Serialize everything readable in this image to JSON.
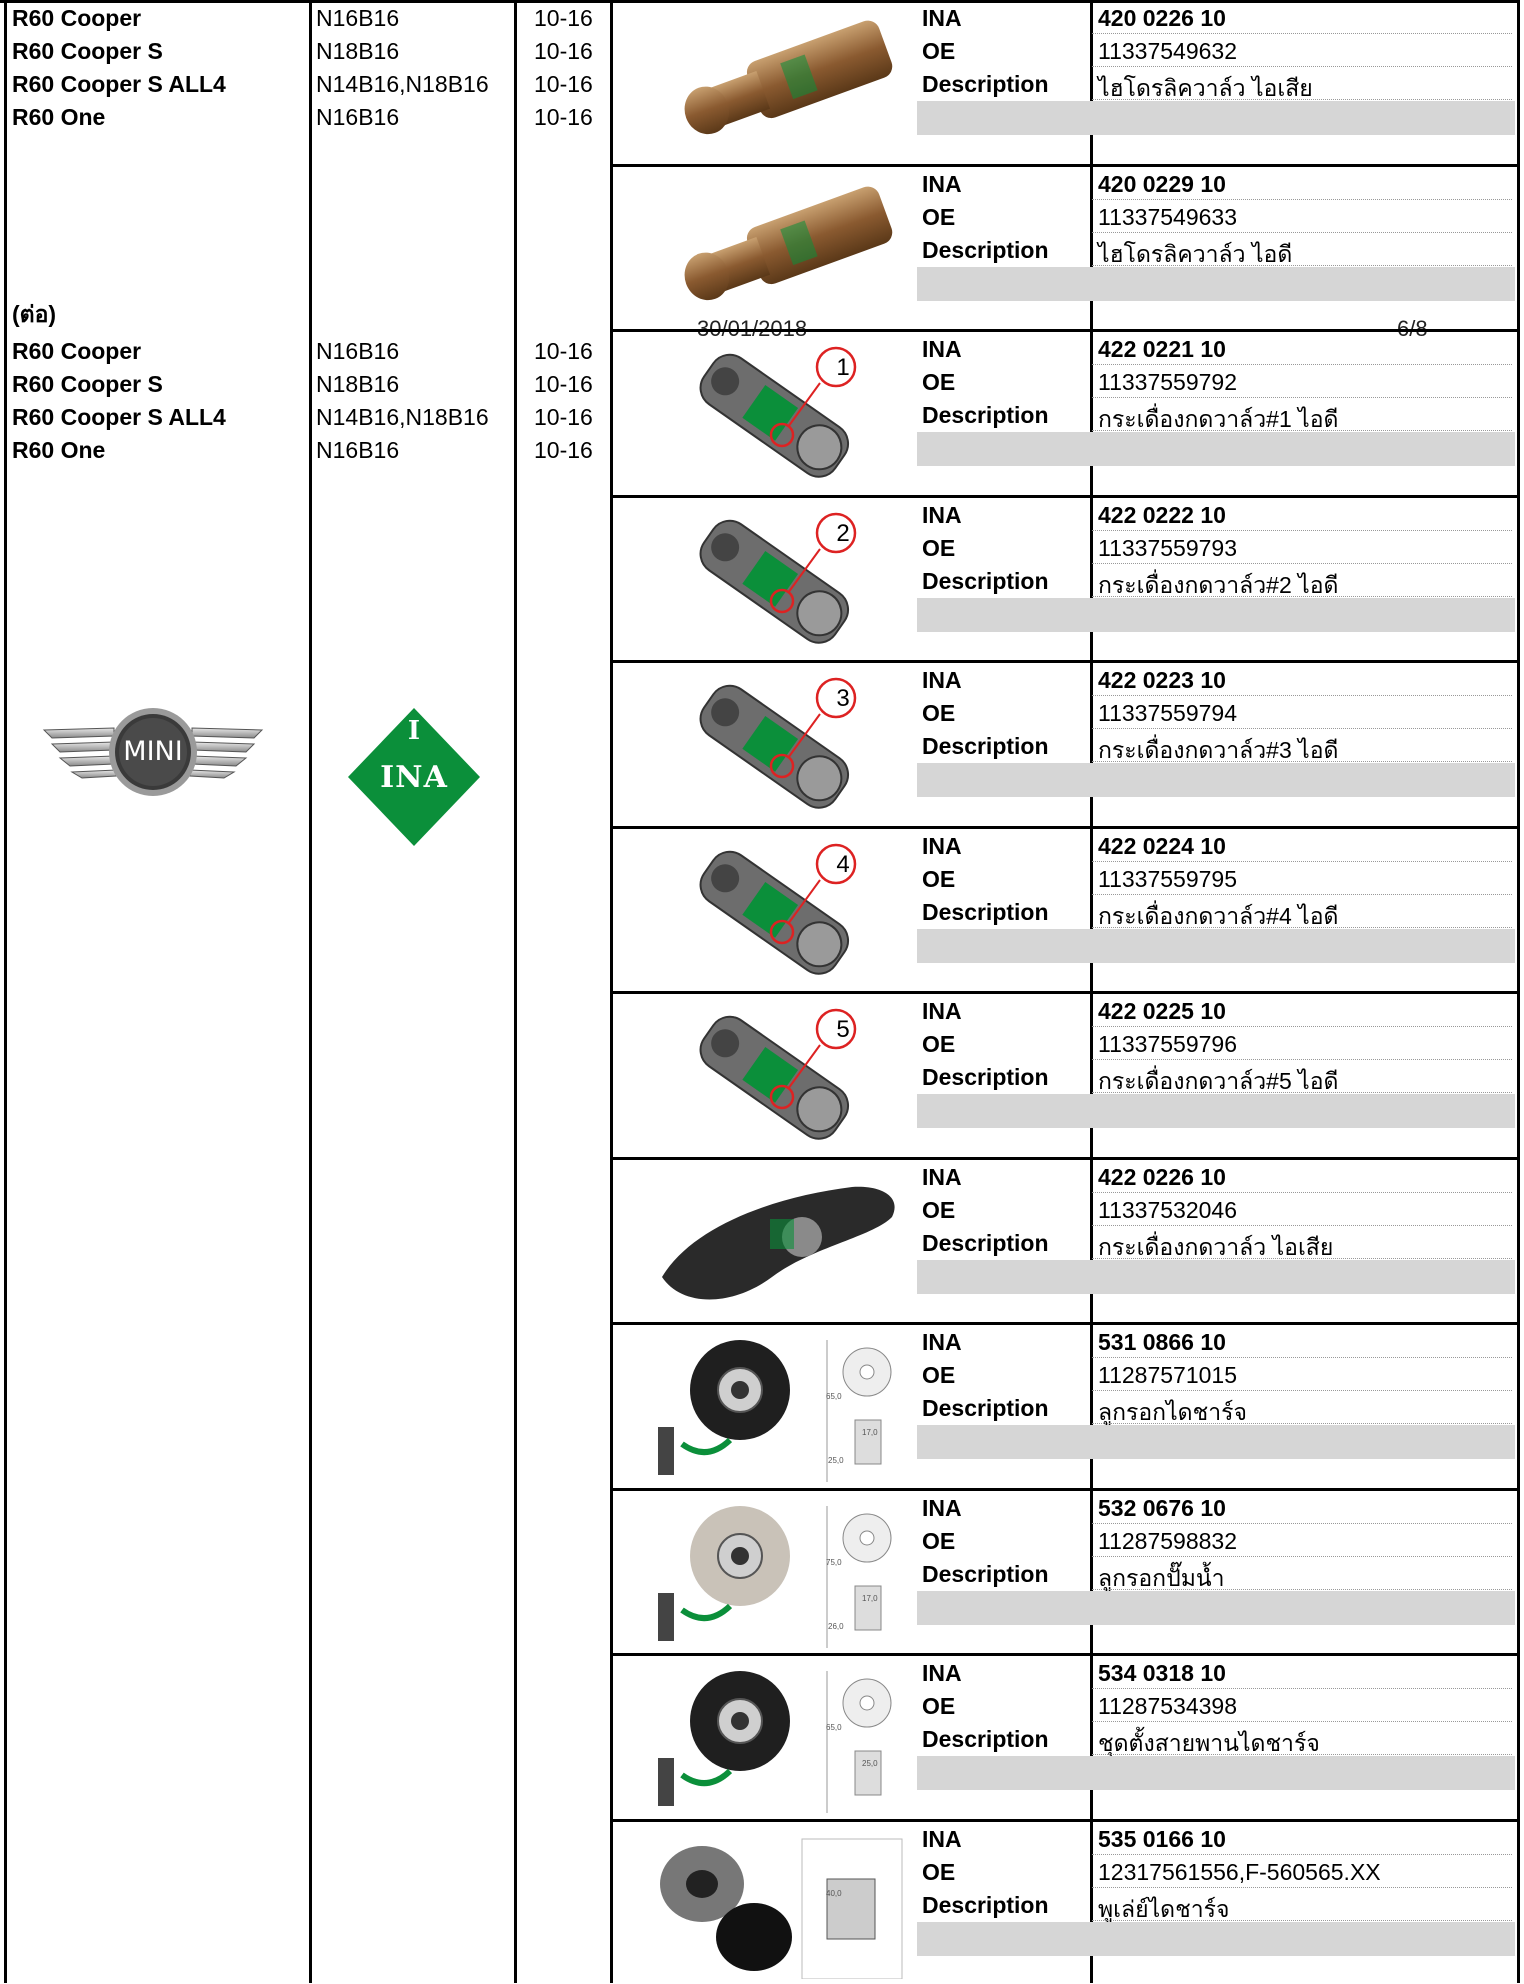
{
  "header": {
    "date": "30/01/2018",
    "page": "6/8"
  },
  "groups": [
    {
      "continued_label": "",
      "models": [
        "R60 Cooper",
        "R60 Cooper S",
        "R60 Cooper S ALL4",
        "R60 One"
      ],
      "engines": [
        "N16B16",
        "N18B16",
        "N14B16,N18B16",
        "N16B16"
      ],
      "years": [
        "10-16",
        "10-16",
        "10-16",
        "10-16"
      ]
    },
    {
      "continued_label": "(ต่อ)",
      "models": [
        "R60 Cooper",
        "R60 Cooper S",
        "R60 Cooper S ALL4",
        "R60 One"
      ],
      "engines": [
        "N16B16",
        "N18B16",
        "N14B16,N18B16",
        "N16B16"
      ],
      "years": [
        "10-16",
        "10-16",
        "10-16",
        "10-16"
      ]
    }
  ],
  "labels": {
    "ina": "INA",
    "oe": "OE",
    "description": "Description"
  },
  "brands": {
    "mini": "MINI",
    "ina_logo": "INA",
    "ina_letter": "I"
  },
  "products": [
    {
      "icon": "hydraulic-lifter-icon",
      "ina": "420 0226 10",
      "oe": "11337549632",
      "desc": "ไฮโดรลิควาล์ว ไอเสีย"
    },
    {
      "icon": "hydraulic-lifter-icon",
      "ina": "420 0229 10",
      "oe": "11337549633",
      "desc": "ไฮโดรลิควาล์ว ไอดี"
    },
    {
      "icon": "rocker-arm-icon",
      "num": "1",
      "ina": "422 0221 10",
      "oe": "11337559792",
      "desc": "กระเดื่องกดวาล์ว#1 ไอดี"
    },
    {
      "icon": "rocker-arm-icon",
      "num": "2",
      "ina": "422 0222 10",
      "oe": "11337559793",
      "desc": "กระเดื่องกดวาล์ว#2 ไอดี"
    },
    {
      "icon": "rocker-arm-icon",
      "num": "3",
      "ina": "422 0223 10",
      "oe": "11337559794",
      "desc": "กระเดื่องกดวาล์ว#3 ไอดี"
    },
    {
      "icon": "rocker-arm-icon",
      "num": "4",
      "ina": "422 0224 10",
      "oe": "11337559795",
      "desc": "กระเดื่องกดวาล์ว#4 ไอดี"
    },
    {
      "icon": "rocker-arm-icon",
      "num": "5",
      "ina": "422 0225 10",
      "oe": "11337559796",
      "desc": "กระเดื่องกดวาล์ว#5 ไอดี"
    },
    {
      "icon": "rocker-arm-exhaust-icon",
      "ina": "422 0226 10",
      "oe": "11337532046",
      "desc": "กระเดื่องกดวาล์ว ไอเสีย"
    },
    {
      "icon": "tensioner-pulley-icon",
      "dims": [
        "65,0",
        "17,0",
        "25,0"
      ],
      "ina": "531 0866 10",
      "oe": "11287571015",
      "desc": "ลูกรอกไดชาร์จ"
    },
    {
      "icon": "idler-pulley-icon",
      "dims": [
        "75,0",
        "17,0",
        "26,0"
      ],
      "ina": "532 0676 10",
      "oe": "11287598832",
      "desc": "ลูกรอกปั๊มน้ำ"
    },
    {
      "icon": "belt-tensioner-icon",
      "dims": [
        "65,0",
        "25,0"
      ],
      "ina": "534 0318 10",
      "oe": "11287534398",
      "desc": "ชุดตั้งสายพานไดชาร์จ"
    },
    {
      "icon": "alternator-pulley-icon",
      "dims": [
        "40,0"
      ],
      "ina": "535 0166 10",
      "oe": "12317561556,F-560565.XX",
      "desc": "พูเล่ย์ไดชาร์จ"
    }
  ]
}
